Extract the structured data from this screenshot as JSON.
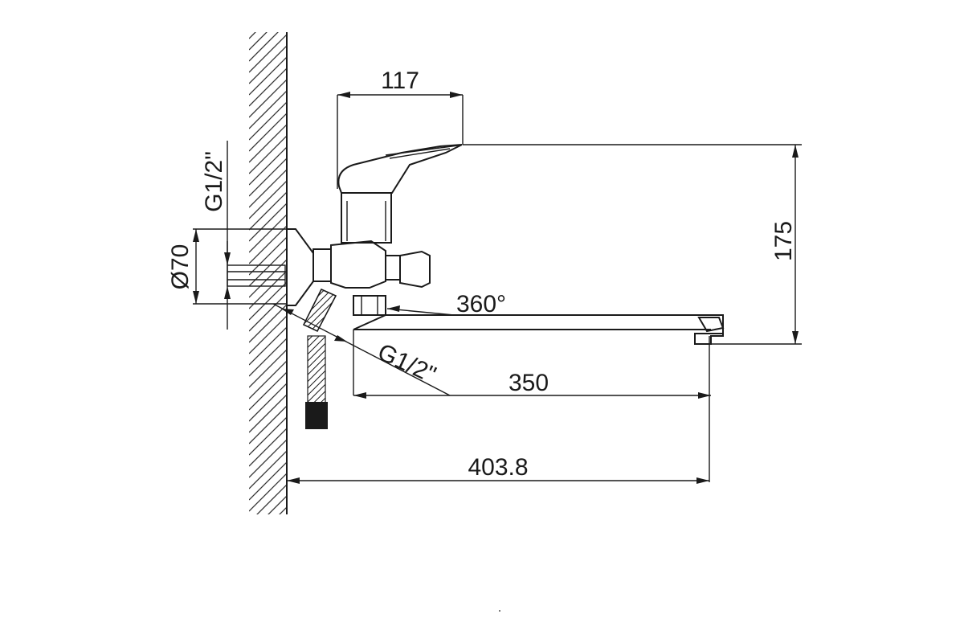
{
  "dimensions": {
    "handle_length": "117",
    "height": "175",
    "rotation": "360°",
    "spout_length": "350",
    "total_reach": "403.8",
    "wall_thread": "G1/2\"",
    "hose_thread": "G1/2\"",
    "flange_diameter": "Ø70"
  }
}
